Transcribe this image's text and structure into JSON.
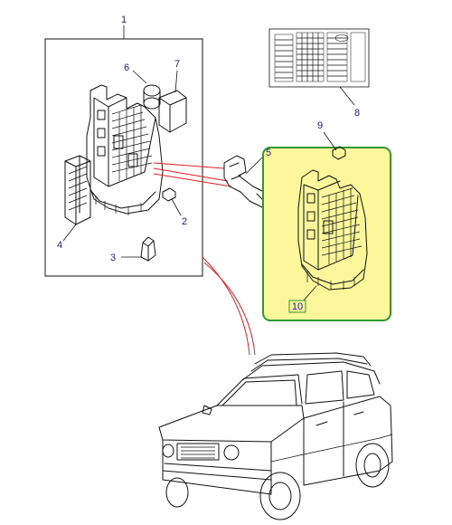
{
  "callouts": {
    "c1": "1",
    "c2": "2",
    "c3": "3",
    "c4": "4",
    "c5": "5",
    "c6": "6",
    "c7": "7",
    "c8": "8",
    "c9": "9",
    "c10": "10"
  },
  "colors": {
    "callout_text": "#1d1a8c",
    "highlight_fill": "#fbf79a",
    "highlight_border": "#2f9a2f",
    "link_lines": "#e02020",
    "line_art": "#111111"
  }
}
